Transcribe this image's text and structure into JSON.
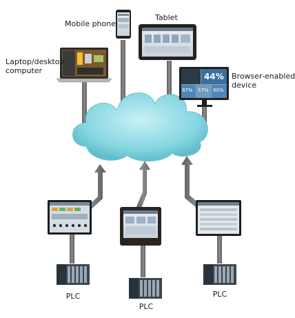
{
  "labels": {
    "mobile_phone": "Mobile phone",
    "tablet": "Tablet",
    "laptop_line1": "Laptop/desktop",
    "laptop_line2": "computer",
    "browser_line1": "Browser-enabled",
    "browser_line2": "device",
    "plc_left": "PLC",
    "plc_center": "PLC",
    "plc_right": "PLC"
  },
  "browser_device_readout": {
    "main_value": "44%",
    "values": [
      "87%",
      "57%",
      "90%"
    ]
  },
  "colors": {
    "cloud_fill": "#7fd3df",
    "cloud_edge": "#5fb9c8",
    "pipe": "#777777",
    "arrow": "#8a8a8a",
    "screen_frame": "#2b2b2b"
  }
}
